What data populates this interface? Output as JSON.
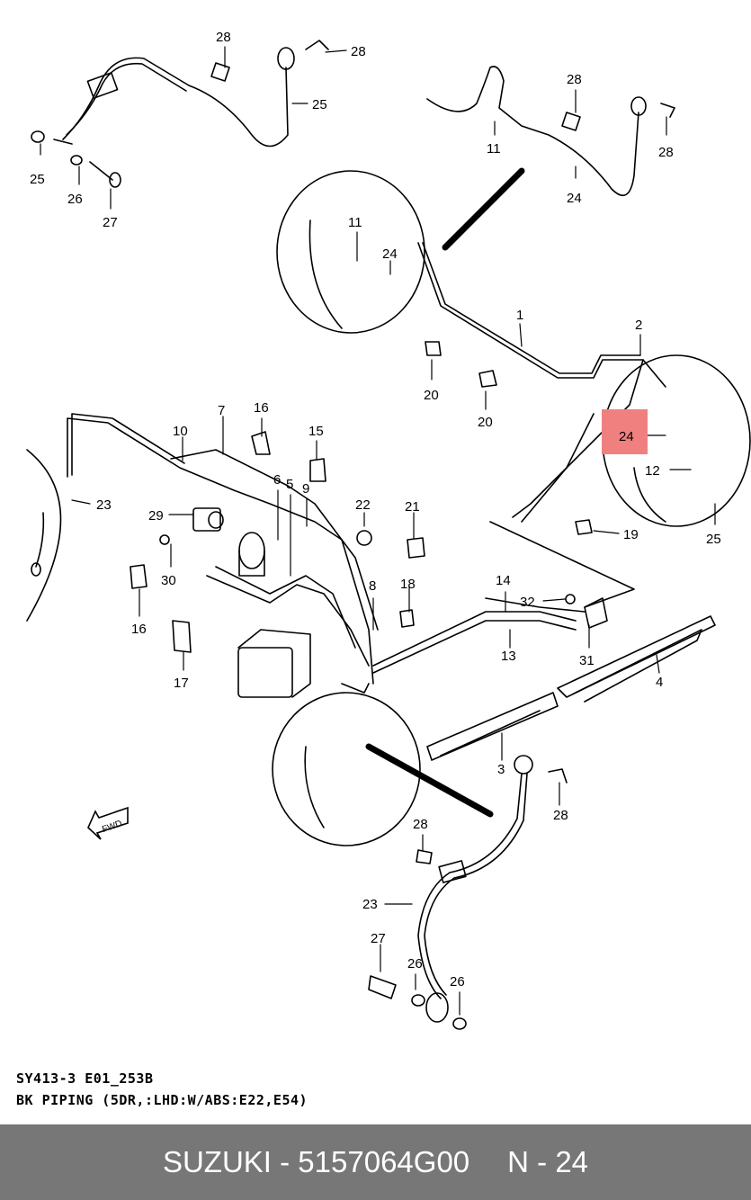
{
  "diagram": {
    "callouts": [
      "28",
      "28",
      "25",
      "25",
      "26",
      "27",
      "11",
      "28",
      "28",
      "24",
      "11",
      "24",
      "1",
      "2",
      "20",
      "20",
      "24",
      "12",
      "19",
      "25",
      "7",
      "10",
      "16",
      "15",
      "6",
      "5",
      "9",
      "22",
      "21",
      "23",
      "29",
      "30",
      "16",
      "17",
      "8",
      "18",
      "14",
      "32",
      "13",
      "31",
      "4",
      "3",
      "28",
      "28",
      "23",
      "27",
      "26",
      "26"
    ],
    "highlighted_callout_index": 16,
    "highlight_color": "#f08080",
    "arrow_label": "FWD"
  },
  "caption": {
    "line1": "SY413-3 E01_253B",
    "line2": "BK PIPING (5DR,:LHD:W/ABS:E22,E54)"
  },
  "footer": {
    "brand": "SUZUKI - 5157064G00",
    "page": "N - 24",
    "background": "#777777"
  }
}
